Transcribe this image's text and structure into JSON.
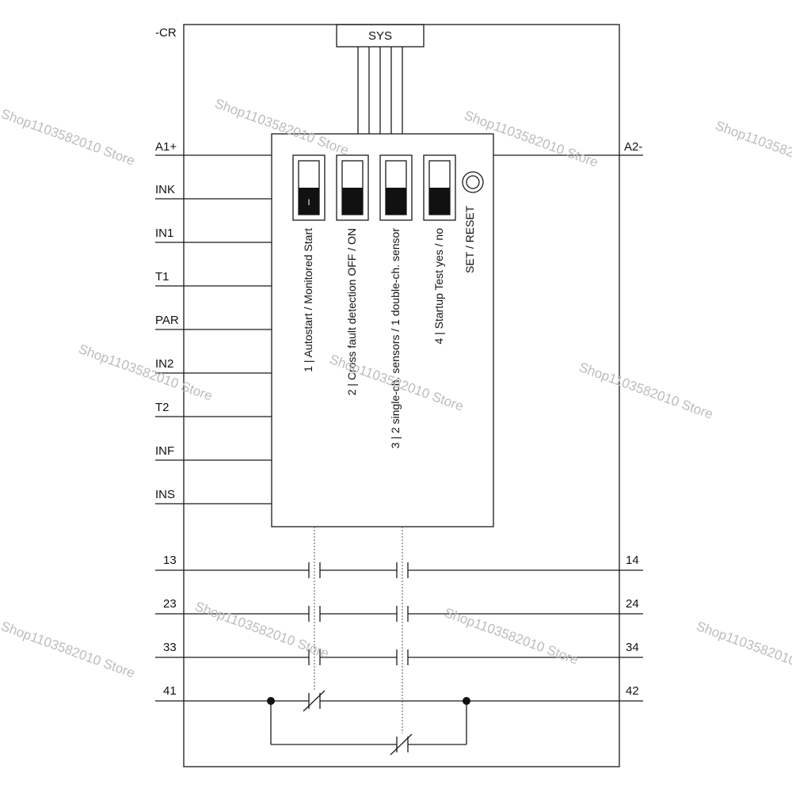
{
  "device": {
    "designation": "-CR",
    "sys_label": "SYS",
    "supply_positive": "A1+",
    "supply_negative": "A2-"
  },
  "inputs": [
    "INK",
    "IN1",
    "T1",
    "PAR",
    "IN2",
    "T2",
    "INF",
    "INS"
  ],
  "dip_switches": [
    {
      "label": "1 | Autostart / Monitored Start",
      "mark": "I"
    },
    {
      "label": "2 | Cross fault detection OFF / ON",
      "mark": ""
    },
    {
      "label": "3 | 2 single-ch. sensors / 1 double-ch. sensor",
      "mark": ""
    },
    {
      "label": "4 | Startup Test yes / no",
      "mark": ""
    }
  ],
  "reset_button": {
    "label": "SET / RESET"
  },
  "contacts": [
    {
      "left": "13",
      "right": "14",
      "type": "NO"
    },
    {
      "left": "23",
      "right": "24",
      "type": "NO"
    },
    {
      "left": "33",
      "right": "34",
      "type": "NO"
    },
    {
      "left": "41",
      "right": "42",
      "type": "NC"
    }
  ],
  "watermark": {
    "text": "Shop1103582010 Store",
    "color": "#bcbcbc"
  }
}
